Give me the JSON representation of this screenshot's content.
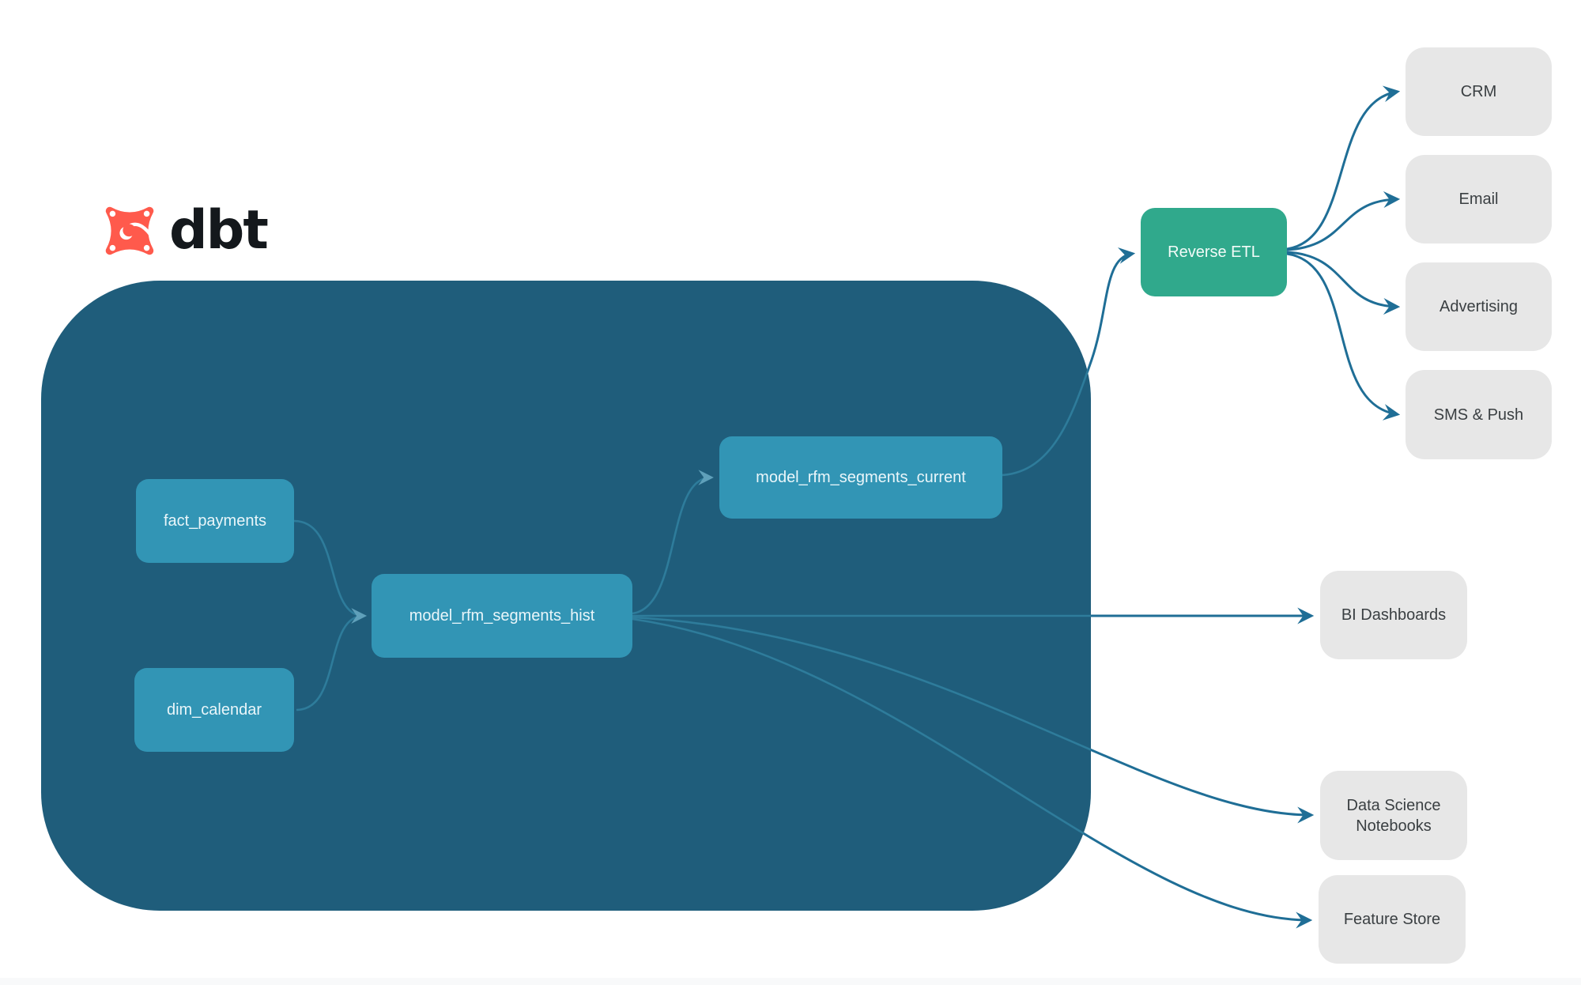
{
  "logo": {
    "brand": "dbt"
  },
  "colors": {
    "container": "#1f5d7b",
    "model_node": "#3295b5",
    "reverse_etl_node": "#30a98c",
    "destination_node": "#e7e7e7",
    "edge_inside": "#2e7c9b",
    "edge_outside": "#1f6e96",
    "logo_orange": "#ff5a4c",
    "wordmark": "#14181c"
  },
  "diagram": {
    "dbt_nodes": [
      {
        "id": "fact_payments",
        "label": "fact_payments"
      },
      {
        "id": "dim_calendar",
        "label": "dim_calendar"
      },
      {
        "id": "model_rfm_segments_hist",
        "label": "model_rfm_segments_hist"
      },
      {
        "id": "model_rfm_segments_current",
        "label": "model_rfm_segments_current"
      }
    ],
    "reverse_etl": {
      "label": "Reverse ETL"
    },
    "destinations": [
      {
        "id": "crm",
        "label": "CRM"
      },
      {
        "id": "email",
        "label": "Email"
      },
      {
        "id": "advertising",
        "label": "Advertising"
      },
      {
        "id": "sms_push",
        "label": "SMS & Push"
      },
      {
        "id": "bi_dashboards",
        "label": "BI Dashboards"
      },
      {
        "id": "data_science_notebooks",
        "label": "Data Science Notebooks"
      },
      {
        "id": "feature_store",
        "label": "Feature Store"
      }
    ],
    "edges": [
      {
        "from": "fact_payments",
        "to": "model_rfm_segments_hist"
      },
      {
        "from": "dim_calendar",
        "to": "model_rfm_segments_hist"
      },
      {
        "from": "model_rfm_segments_hist",
        "to": "model_rfm_segments_current"
      },
      {
        "from": "model_rfm_segments_current",
        "to": "Reverse ETL"
      },
      {
        "from": "Reverse ETL",
        "to": "CRM"
      },
      {
        "from": "Reverse ETL",
        "to": "Email"
      },
      {
        "from": "Reverse ETL",
        "to": "Advertising"
      },
      {
        "from": "Reverse ETL",
        "to": "SMS & Push"
      },
      {
        "from": "model_rfm_segments_hist",
        "to": "BI Dashboards"
      },
      {
        "from": "model_rfm_segments_hist",
        "to": "Data Science Notebooks"
      },
      {
        "from": "model_rfm_segments_hist",
        "to": "Feature Store"
      }
    ]
  }
}
